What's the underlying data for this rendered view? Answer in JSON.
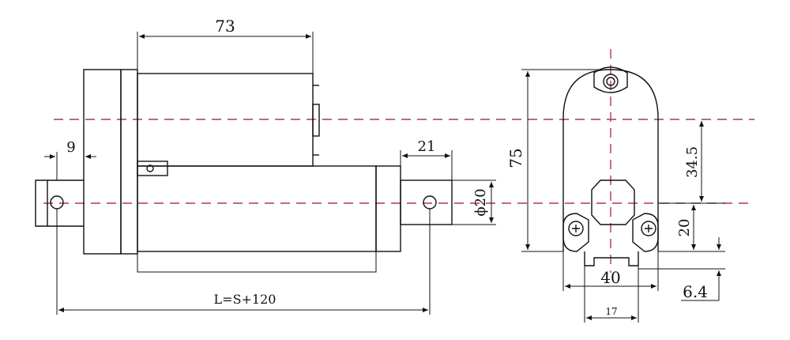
{
  "dimensions": {
    "length_73": "73",
    "offset_9": "9",
    "rod_21": "21",
    "rod_diameter": "ϕ20",
    "stroke_formula": "L=S+120",
    "height_75": "75",
    "center_34_5": "34.5",
    "bracket_20": "20",
    "width_40": "40",
    "foot_6_4": "6.4",
    "slot_17": "17"
  },
  "colors": {
    "line": "#111111",
    "centerline": "#b0306e",
    "background": "#ffffff"
  }
}
